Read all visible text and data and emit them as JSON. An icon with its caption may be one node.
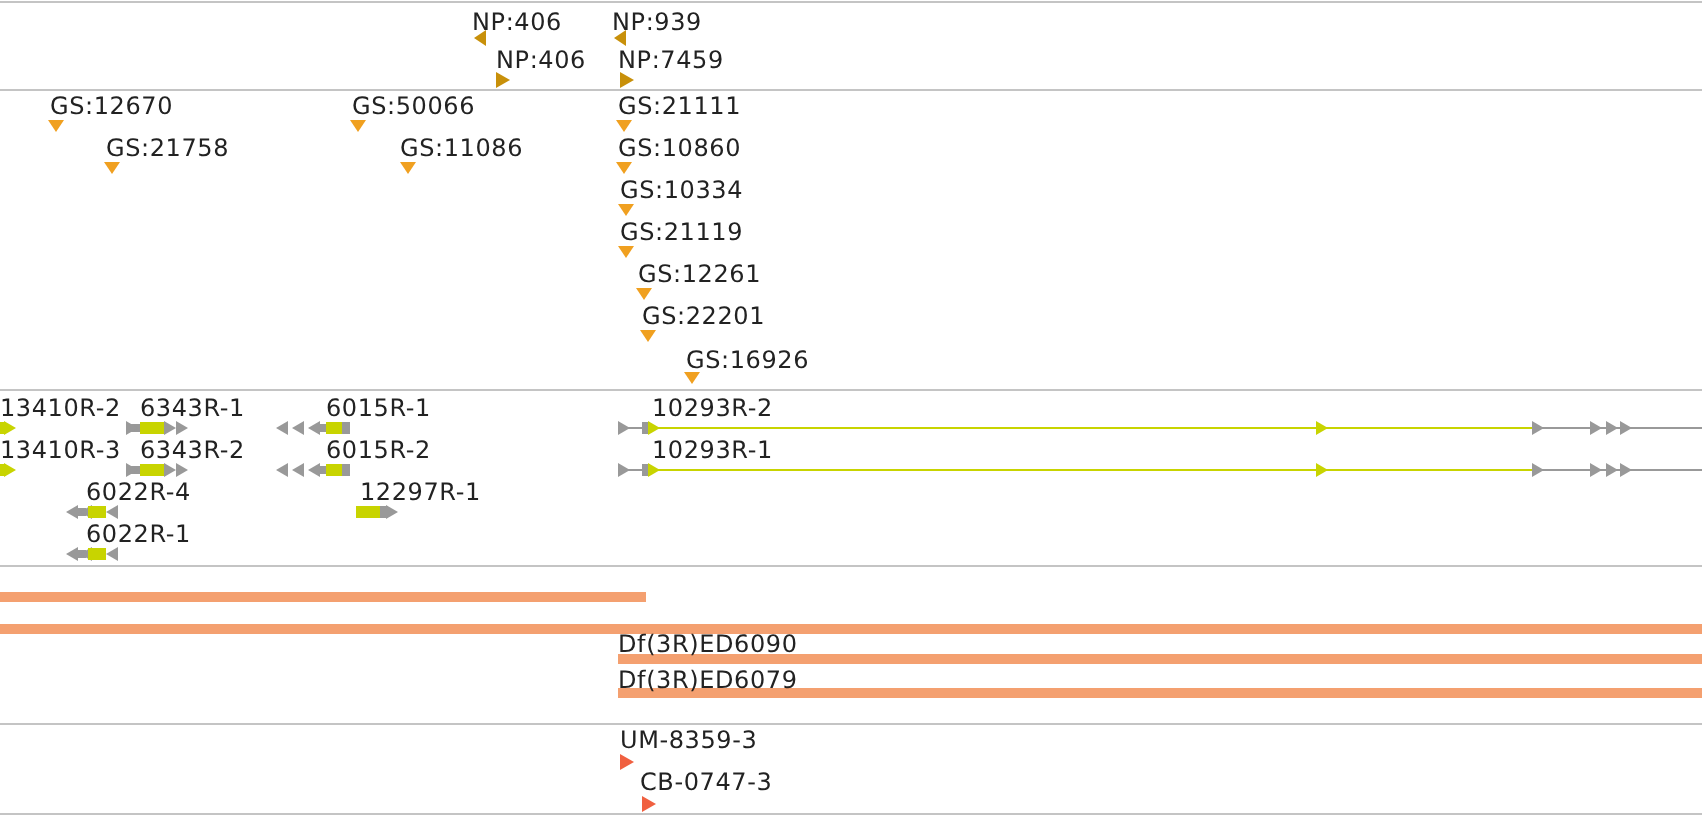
{
  "diagram": {
    "labels": [
      "NP:406",
      "NP:939",
      "NP:406",
      "NP:7459",
      "GS:12670",
      "GS:50066",
      "GS:21111",
      "GS:21758",
      "GS:11086",
      "GS:10860",
      "GS:10334",
      "GS:21119",
      "GS:12261",
      "GS:22201",
      "GS:16926",
      "13410R-2",
      "6343R-1",
      "6015R-1",
      "10293R-2",
      "13410R-3",
      "6343R-2",
      "6015R-2",
      "10293R-1",
      "6022R-4",
      "12297R-1",
      "6022R-1",
      "Df(3R)ED6090",
      "Df(3R)ED6079",
      "UM-8359-3",
      "CB-0747-3"
    ]
  }
}
